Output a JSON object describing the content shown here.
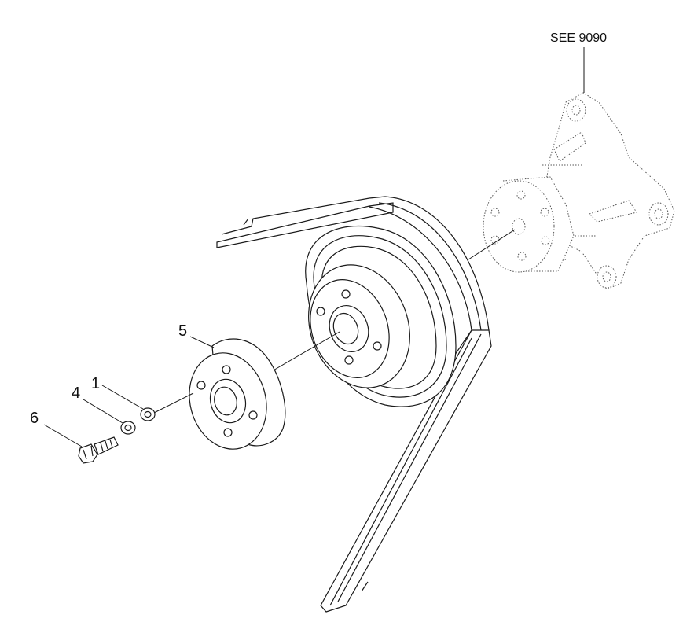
{
  "callouts": {
    "reference": "SEE 9090",
    "part_1": "1",
    "part_4": "4",
    "part_5": "5",
    "part_6": "6"
  }
}
